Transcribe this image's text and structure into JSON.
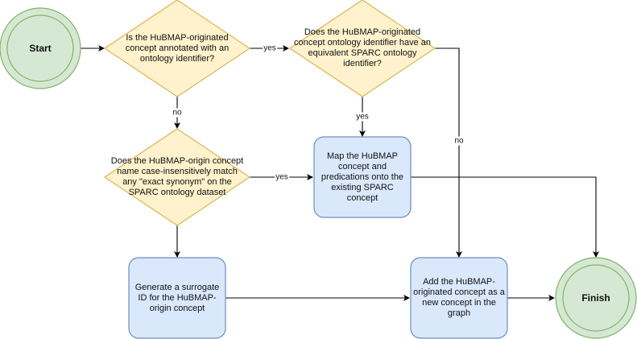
{
  "colors": {
    "terminal_fill": "#d5e8d4",
    "terminal_stroke": "#82b366",
    "decision_fill": "#fff2cc",
    "decision_stroke": "#d6b656",
    "process_fill": "#dae8fc",
    "process_stroke": "#6c8ebf",
    "edge": "#000000"
  },
  "nodes": {
    "start": "Start",
    "finish": "Finish",
    "decision_annotated": "Is the HuBMAP-originated concept annotated with an ontology identifier?",
    "decision_equivalent": "Does the HuBMAP-originated concept ontology identifier have an equivalent SPARC ontology identifier?",
    "decision_synonym": "Does the HuBMAP-origin concept name case-insensitively match any \"exact synonym\" on the SPARC ontology dataset",
    "process_map": "Map the HuBMAP concept and predications onto the existing SPARC concept",
    "process_surrogate": "Generate a surrogate ID for the HuBMAP-origin concept",
    "process_add": "Add the HuBMAP-originated concept as a new concept in the graph"
  },
  "edges": {
    "annotated_yes": "yes",
    "annotated_no": "no",
    "equivalent_yes": "yes",
    "equivalent_no": "no",
    "synonym_yes": "yes"
  }
}
